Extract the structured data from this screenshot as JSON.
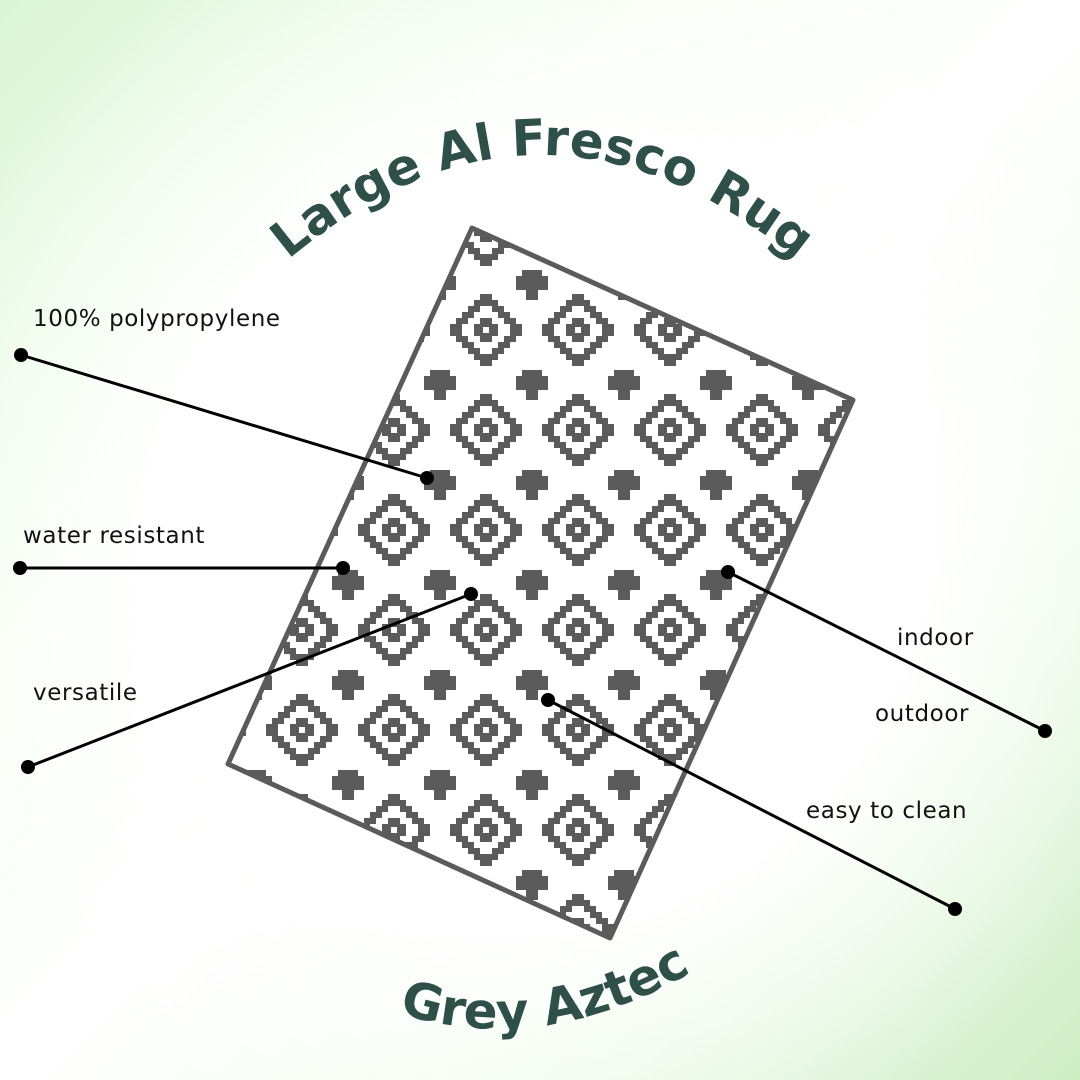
{
  "title": "Large Al Fresco Rug",
  "subtitle": "Grey Aztec",
  "features": {
    "polypropylene": "100% polypropylene",
    "water_resistant": "water resistant",
    "versatile": "versatile",
    "indoor": "indoor",
    "outdoor": "outdoor",
    "easy_to_clean": "easy to clean"
  },
  "colors": {
    "title": "#2e5048",
    "rug_pattern": "#5b5b5b",
    "rug_background": "#ffffff",
    "callout_line": "#000000"
  }
}
